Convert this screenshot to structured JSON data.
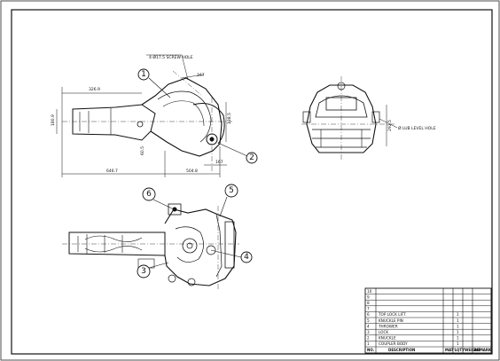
{
  "drawing": {
    "annotations": {
      "bolt_note_top": "4-Ø17.5 SCREW HOLE",
      "lubrication_note": "Ø LUB LEVEL HOLE"
    },
    "dimensions": {
      "top_left_a": "326.9",
      "side_height": "180.9",
      "bottom_total": "646.7",
      "bottom_segment": "504.8",
      "right_small": "167",
      "top_slant": "167",
      "right_height": "138.5",
      "mid_vertical": "60.5",
      "front_height": "292.5"
    },
    "balloons": [
      "1",
      "2",
      "3",
      "4",
      "5",
      "6"
    ]
  },
  "bom": {
    "rows": [
      {
        "no": "10",
        "description": "",
        "matl": "",
        "qty": "",
        "weight": "",
        "remark": ""
      },
      {
        "no": "9",
        "description": "",
        "matl": "",
        "qty": "",
        "weight": "",
        "remark": ""
      },
      {
        "no": "8",
        "description": "",
        "matl": "",
        "qty": "",
        "weight": "",
        "remark": ""
      },
      {
        "no": "7",
        "description": "",
        "matl": "",
        "qty": "",
        "weight": "",
        "remark": ""
      },
      {
        "no": "6",
        "description": "TOP LOCK LIFT",
        "matl": "",
        "qty": "1",
        "weight": "",
        "remark": ""
      },
      {
        "no": "5",
        "description": "KNUCKLE PIN",
        "matl": "",
        "qty": "1",
        "weight": "",
        "remark": ""
      },
      {
        "no": "4",
        "description": "THROWER",
        "matl": "",
        "qty": "1",
        "weight": "",
        "remark": ""
      },
      {
        "no": "3",
        "description": "LOCK",
        "matl": "",
        "qty": "1",
        "weight": "",
        "remark": ""
      },
      {
        "no": "2",
        "description": "KNUCKLE",
        "matl": "",
        "qty": "1",
        "weight": "",
        "remark": ""
      },
      {
        "no": "1",
        "description": "COUPLER BODY",
        "matl": "",
        "qty": "1",
        "weight": "",
        "remark": ""
      }
    ],
    "header": {
      "no": "NO.",
      "description": "DESCRIPTION",
      "matl": "MAT'L",
      "qty": "QTY",
      "weight": "WEIGHT",
      "remark": "REMARK"
    }
  }
}
